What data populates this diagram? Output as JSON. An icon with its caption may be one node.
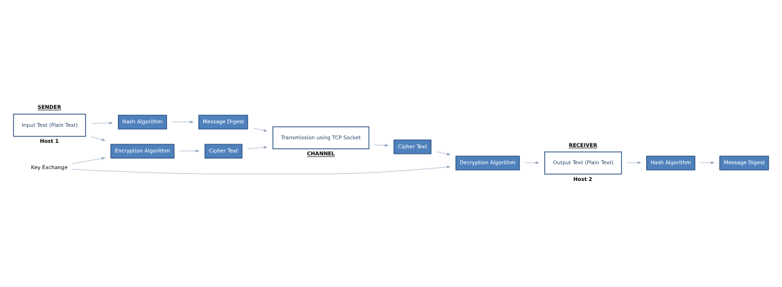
{
  "diagram": {
    "nodes": [
      {
        "text": [
          "Input Text (Plain Text)"
        ],
        "beside": [
          "SENDER",
          "Host 1"
        ]
      },
      {
        "text": [
          "Encryption Algorithm"
        ]
      },
      {
        "text": [
          "Cipher Text"
        ]
      },
      {
        "text": [
          "Message Digest"
        ]
      },
      {
        "text": [
          "Hash Algorithm"
        ]
      },
      {
        "text": [
          "Transmission using TCP Socket"
        ],
        "beside": [
          "CHANNEL"
        ]
      },
      {
        "text": [
          "Cipher Text"
        ]
      },
      {
        "text": [
          "Decryption Algorithm"
        ]
      },
      {
        "text": [
          "Hash Algorithm"
        ]
      },
      {
        "text": [
          "Message Digest"
        ]
      },
      {
        "text": [
          "Output Text (Plain Text)"
        ],
        "beside": [
          "RECEIVER",
          "Host 2"
        ]
      },
      {
        "text": [
          "Key Exchange"
        ]
      }
    ],
    "edges": [
      {
        "from": 0,
        "to": 1,
        "arrow": "to"
      },
      {
        "from": 0,
        "to": 4,
        "arrow": "to"
      },
      {
        "from": 1,
        "to": 2,
        "arrow": "to"
      },
      {
        "from": 4,
        "to": 3,
        "arrow": "to"
      },
      {
        "from": 2,
        "to": 5,
        "arrow": "to"
      },
      {
        "from": 3,
        "to": 5,
        "arrow": "to"
      },
      {
        "from": 5,
        "to": 6,
        "arrow": "to"
      },
      {
        "from": 6,
        "to": 7,
        "arrow": "to"
      },
      {
        "from": 7,
        "to": 10,
        "arrow": "to"
      },
      {
        "from": 10,
        "to": 8,
        "arrow": "to"
      },
      {
        "from": 8,
        "to": 9,
        "arrow": "to"
      },
      {
        "from": 11,
        "to": 1,
        "arrow": "to"
      },
      {
        "from": 11,
        "to": 7,
        "arrow": "to"
      }
    ]
  }
}
